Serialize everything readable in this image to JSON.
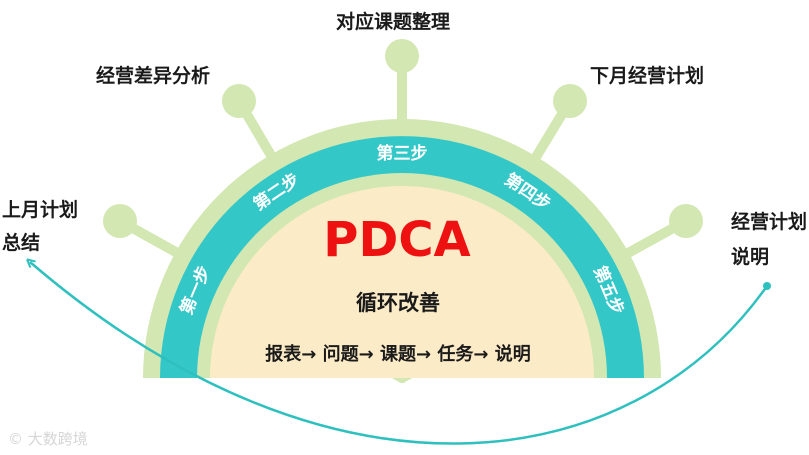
{
  "center": {
    "title": "PDCA",
    "subtitle": "循环改善",
    "flow": "报表→ 问题→ 课题→ 任务→ 说明"
  },
  "steps": [
    {
      "label": "第一步",
      "deg": 157
    },
    {
      "label": "第二步",
      "deg": 124
    },
    {
      "label": "第三步",
      "deg": 90
    },
    {
      "label": "第四步",
      "deg": 56
    },
    {
      "label": "第五步",
      "deg": 23
    }
  ],
  "outer_labels": {
    "left_top": "上月计划",
    "left_bottom": "总结",
    "top_left": "经营差异分析",
    "top": "对应课题整理",
    "top_right": "下月经营计划",
    "right_top": "经营计划",
    "right_bottom": "说明"
  },
  "watermark": "© 大数跨境",
  "colors": {
    "outer_ring": "#d2e7b1",
    "band": "#33c7c8",
    "inner": "#fcebc7",
    "title": "#ee1111",
    "arrow": "#2ec0bf",
    "text": "#1a1a1a"
  }
}
